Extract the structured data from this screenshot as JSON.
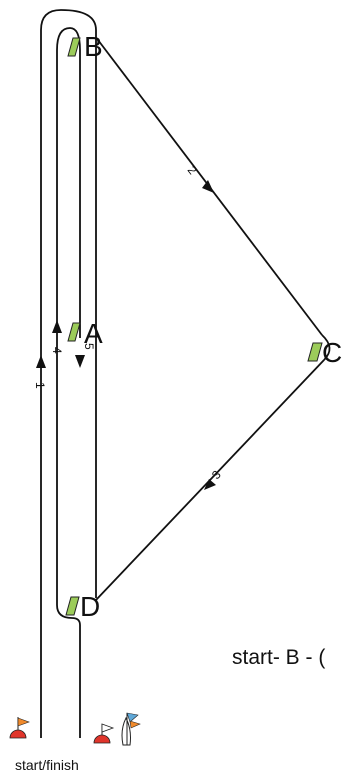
{
  "marks": {
    "B": "B",
    "A": "A",
    "C": "C",
    "D": "D"
  },
  "legs": [
    "1",
    "2",
    "3",
    "4",
    "5"
  ],
  "course_text": "start- B - (",
  "start_finish_label": "start/finish",
  "colors": {
    "mark_fill": "#9ccc5a",
    "flag_red": "#e0352b",
    "flag_orange": "#f08a2c",
    "flag_blue": "#5fa8d8"
  }
}
